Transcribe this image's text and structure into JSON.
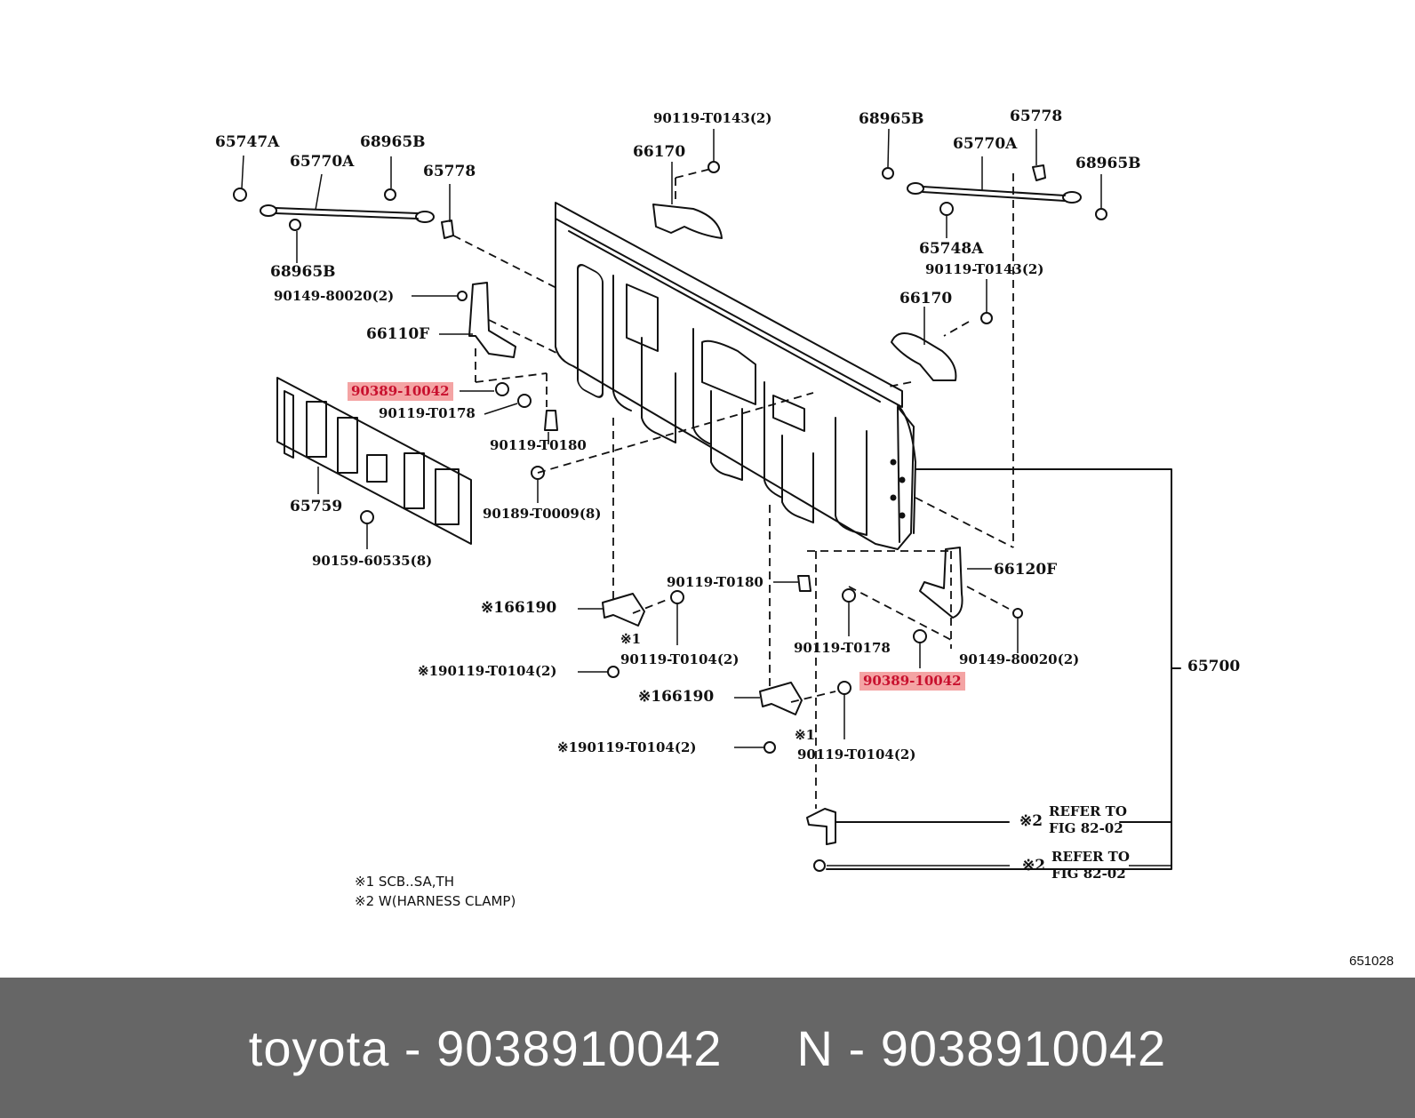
{
  "diagram": {
    "labels": [
      {
        "name": "part-65747a",
        "text": "65747A"
      },
      {
        "name": "part-65770a-left",
        "text": "65770A"
      },
      {
        "name": "part-68965b-top-left",
        "text": "68965B"
      },
      {
        "name": "part-65778-left",
        "text": "65778"
      },
      {
        "name": "part-68965b-bottom-left",
        "text": "68965B"
      },
      {
        "name": "part-90149-80020-left",
        "text": "90149-80020(2)"
      },
      {
        "name": "part-66110f",
        "text": "66110F"
      },
      {
        "name": "part-90389-10042-left",
        "text": "90389-10042",
        "highlight": true
      },
      {
        "name": "part-90119-t0178-left",
        "text": "90119-T0178"
      },
      {
        "name": "part-90119-t0180-left",
        "text": "90119-T0180"
      },
      {
        "name": "part-65759",
        "text": "65759"
      },
      {
        "name": "part-90189-t0009",
        "text": "90189-T0009(8)"
      },
      {
        "name": "part-90159-60535",
        "text": "90159-60535(8)"
      },
      {
        "name": "part-90119-t0143-top",
        "text": "90119-T0143(2)"
      },
      {
        "name": "part-66170-left",
        "text": "66170"
      },
      {
        "name": "part-68965b-top-right",
        "text": "68965B"
      },
      {
        "name": "part-65778-right",
        "text": "65778"
      },
      {
        "name": "part-65770a-right",
        "text": "65770A"
      },
      {
        "name": "part-68965b-right",
        "text": "68965B"
      },
      {
        "name": "part-65748a",
        "text": "65748A"
      },
      {
        "name": "part-90119-t0143-right",
        "text": "90119-T0143(2)"
      },
      {
        "name": "part-66170-right",
        "text": "66170"
      },
      {
        "name": "part-66120f",
        "text": "66120F"
      },
      {
        "name": "part-90119-t0180-right",
        "text": "90119-T0180"
      },
      {
        "name": "part-90119-t0178-right",
        "text": "90119-T0178"
      },
      {
        "name": "part-90149-80020-right",
        "text": "90149-80020(2)"
      },
      {
        "name": "part-90389-10042-right",
        "text": "90389-10042",
        "highlight": true
      },
      {
        "name": "part-65700",
        "text": "65700"
      },
      {
        "name": "part-166190-upper",
        "text": "※166190"
      },
      {
        "name": "note-ref-1-upper",
        "text": "※1"
      },
      {
        "name": "part-90119-t0104-upper",
        "text": "90119-T0104(2)"
      },
      {
        "name": "part-190119-t0104-upper",
        "text": "※190119-T0104(2)"
      },
      {
        "name": "part-166190-lower",
        "text": "※166190"
      },
      {
        "name": "note-ref-1-lower",
        "text": "※1"
      },
      {
        "name": "part-90119-t0104-lower",
        "text": "90119-T0104(2)"
      },
      {
        "name": "part-190119-t0104-lower",
        "text": "※190119-T0104(2)"
      },
      {
        "name": "ref-mark-upper",
        "text": "※2"
      },
      {
        "name": "ref-fig-upper-line1",
        "text": "REFER TO"
      },
      {
        "name": "ref-fig-upper-line2",
        "text": "FIG 82-02"
      },
      {
        "name": "ref-mark-lower",
        "text": "※2"
      },
      {
        "name": "ref-fig-lower-line1",
        "text": "REFER TO"
      },
      {
        "name": "ref-fig-lower-line2",
        "text": "FIG 82-02"
      }
    ],
    "notes": [
      "※1 SCB..SA,TH",
      "※2 W(HARNESS CLAMP)"
    ],
    "figure_number": "651028"
  },
  "footer": {
    "left": "toyota - 9038910042",
    "right": "N - 9038910042"
  },
  "colors": {
    "highlight_bg": "#f4a4a4",
    "highlight_text": "#c8102e",
    "footer_bg": "#666666"
  }
}
